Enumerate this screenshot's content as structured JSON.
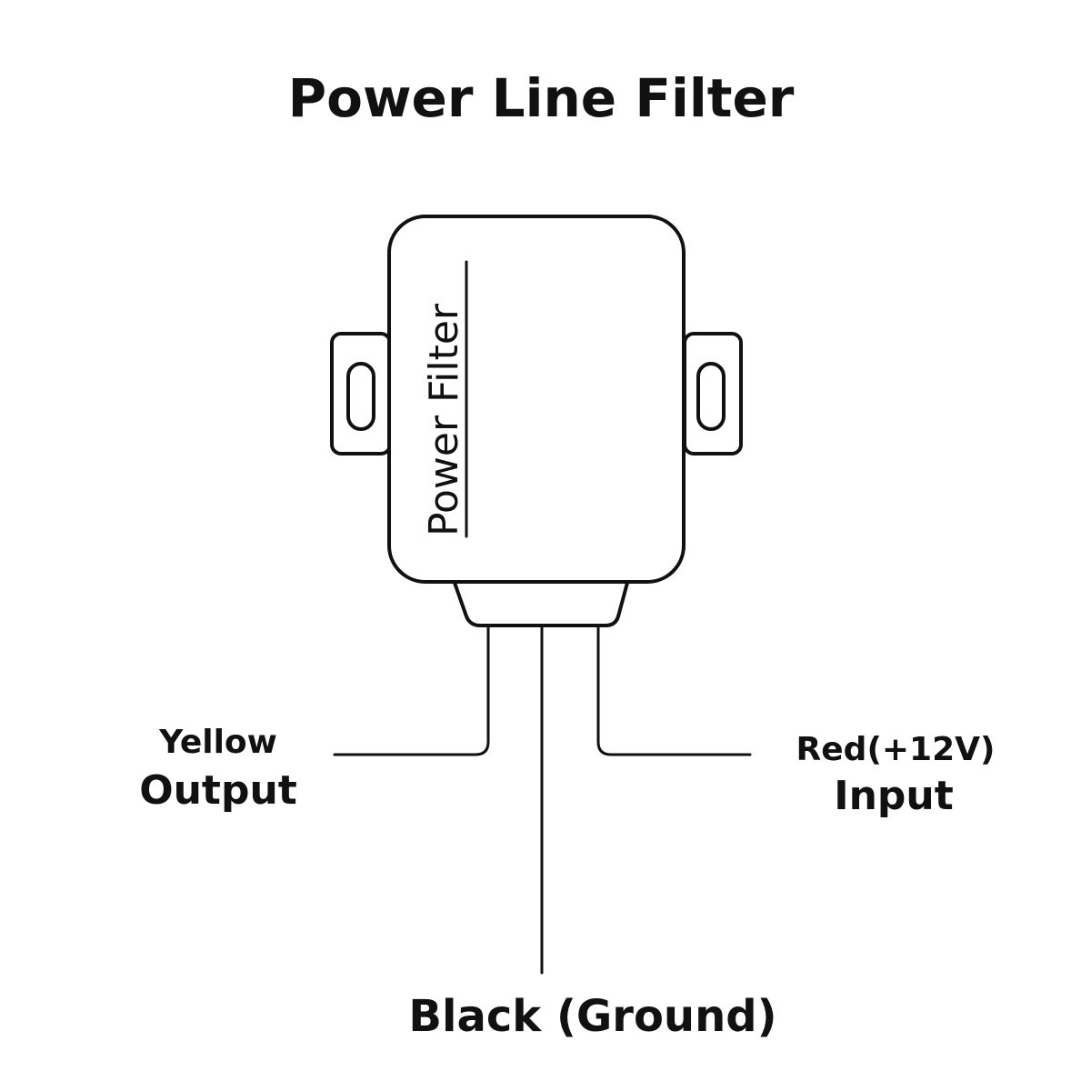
{
  "title": "Power Line Filter",
  "device": {
    "label": "Power Filter"
  },
  "wires": {
    "output": {
      "color_name": "Yellow",
      "function": "Output"
    },
    "input": {
      "color_name": "Red(+12V)",
      "function": "Input"
    },
    "ground": {
      "label": "Black (Ground)"
    }
  },
  "colors": {
    "ink": "#111111",
    "background": "#ffffff"
  }
}
